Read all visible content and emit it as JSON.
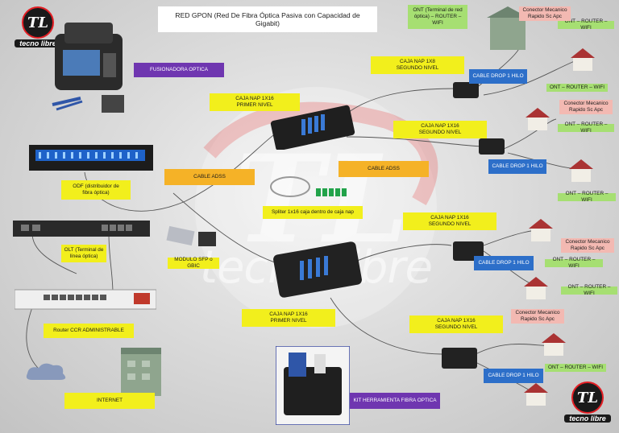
{
  "title": {
    "line1": "RED GPON (Red De Fibra Óptica Pasiva con Capacidad de",
    "line2": "Gigabit)"
  },
  "logo": {
    "initials": "TL",
    "name": "tecno libre"
  },
  "watermark": {
    "text": "tecno libre",
    "initials": "TL"
  },
  "labels": {
    "fusionadora": "FUSIONADORA OPTICA",
    "odf_line1": "ODF (distribuidor de",
    "odf_line2": "fibra óptica)",
    "olt_line1": "OLT (Terminal de",
    "olt_line2": "línea óptica)",
    "modulo_sfp": "MODULO SFP o GBIC",
    "router_ccr": "Router CCR ADMINISTRABLE",
    "internet": "INTERNET",
    "kit": "KIT HERRAMIENTA FIBRA OPTICA",
    "cable_adss_left": "CABLE ADSS",
    "cable_adss_right": "CABLE ADSS",
    "splitter": "Spliter 1x16 caja dentro de caja nap",
    "caja_nap_1x16_primer_top_line1": "CAJA NAP 1X16",
    "caja_nap_1x16_primer_top_line2": "PRIMER NIVEL",
    "caja_nap_1x16_primer_bottom_line1": "CAJA NAP 1X16",
    "caja_nap_1x16_primer_bottom_line2": "PRIMER NIVEL",
    "caja_nap_1x8_line1": "CAJA NAP 1X8",
    "caja_nap_1x8_line2": "SEGUNDO  NIVEL",
    "caja_nap_seg_a_line1": "CAJA NAP 1X16",
    "caja_nap_seg_a_line2": "SEGUNDO  NIVEL",
    "caja_nap_seg_b_line1": "CAJA NAP 1X16",
    "caja_nap_seg_b_line2": "SEGUNDO  NIVEL",
    "caja_nap_seg_c_line1": "CAJA NAP 1X16",
    "caja_nap_seg_c_line2": "SEGUNDO  NIVEL",
    "cable_drop_1": "CABLE DROP 1 HILO",
    "cable_drop_2": "CABLE DROP 1 HILO",
    "cable_drop_3": "CABLE DROP 1 HILO",
    "cable_drop_4": "CABLE DROP 1 HILO",
    "ont_terminal_line1": "ONT (Terminal de red",
    "ont_terminal_line2": "óptica) – ROUTER –",
    "ont_terminal_line3": "WIFI",
    "ont_1": "ONT – ROUTER – WIFI",
    "ont_2": "ONT – ROUTER – WIFI",
    "ont_3": "ONT – ROUTER – WIFI",
    "ont_4": "ONT – ROUTER – WIFI",
    "ont_5": "ONT – ROUTER – WIFI",
    "ont_6": "ONT – ROUTER – WIFI",
    "ont_7": "ONT – ROUTER – WIFI",
    "conector_1_line1": "Conector Mecanico",
    "conector_1_line2": "Rapido Sc Apc",
    "conector_2_line1": "Conector Mecanico",
    "conector_2_line2": "Rapido Sc Apc",
    "conector_3_line1": "Conector Mecanico",
    "conector_3_line2": "Rapido Sc Apc",
    "conector_4_line1": "Conector Mecanico",
    "conector_4_line2": "Rapido Sc Apc"
  },
  "colors": {
    "label_yellow": "#f2ef1c",
    "label_orange": "#f5b227",
    "label_purple": "#6f36b0",
    "label_blue": "#2d6fc9",
    "label_green": "#a6df72",
    "label_pink": "#f3b9b2",
    "logo_red": "#e31e24"
  }
}
